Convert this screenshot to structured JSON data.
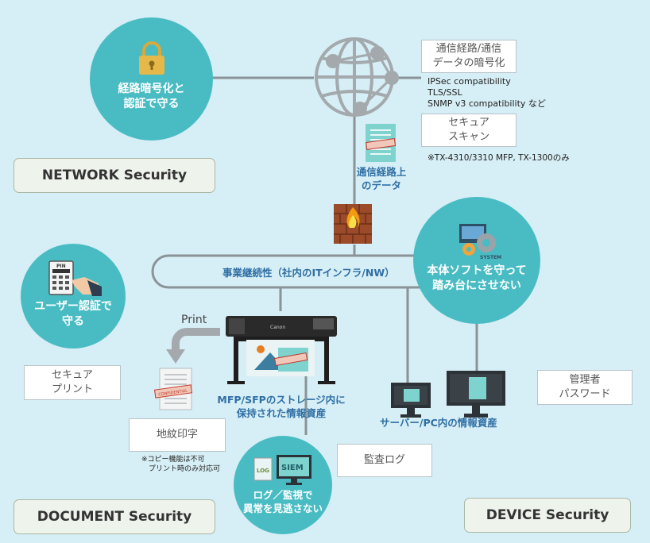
{
  "network": {
    "circle_text": "経路暗号化と\n認証で守る",
    "encrypt_box": "通信経路/通信\nデータの暗号化",
    "protocols": [
      "IPSec compatibility",
      "TLS/SSL",
      "SNMP v3 compatibility  など"
    ],
    "scan_box": "セキュア\nスキャン",
    "scan_note": "※TX-4310/3310 MFP, TX-1300のみ",
    "path_data_label": "通信経路上\nのデータ",
    "title": "NETWORK Security"
  },
  "continuity_label": "事業継続性（社内のITインフラ/NW）",
  "user_auth": {
    "circle_text": "ユーザー認証で\n守る",
    "pin_label": "PIN"
  },
  "document": {
    "print_label": "Print",
    "secure_print_box": "セキュア\nプリント",
    "storage_label": "MFP/SFPのストレージ内に\n保持された情報資産",
    "watermark_box": "地紋印字",
    "watermark_note": "※コピー機能は不可\n　プリント時のみ対応可",
    "title": "DOCUMENT Security",
    "stamp_text": "CONFIDENTIAL",
    "printer_brand": "Canon"
  },
  "device": {
    "circle_text": "本体ソフトを守って\n踏み台にさせない",
    "system_label": "SYSTEM",
    "server_label": "サーバー/PC内の情報資産",
    "admin_box": "管理者\nパスワード",
    "title": "DEVICE Security"
  },
  "log": {
    "audit_box": "監査ログ",
    "circle_text": "ログ／監視で\n異常を見逃さない",
    "log_icon_label": "LOG",
    "siem_label": "SIEM"
  },
  "colors": {
    "background": "#d6eef5",
    "circle": "#49bcc3",
    "line": "#8a9398",
    "accent_blue": "#2f6fa5"
  }
}
